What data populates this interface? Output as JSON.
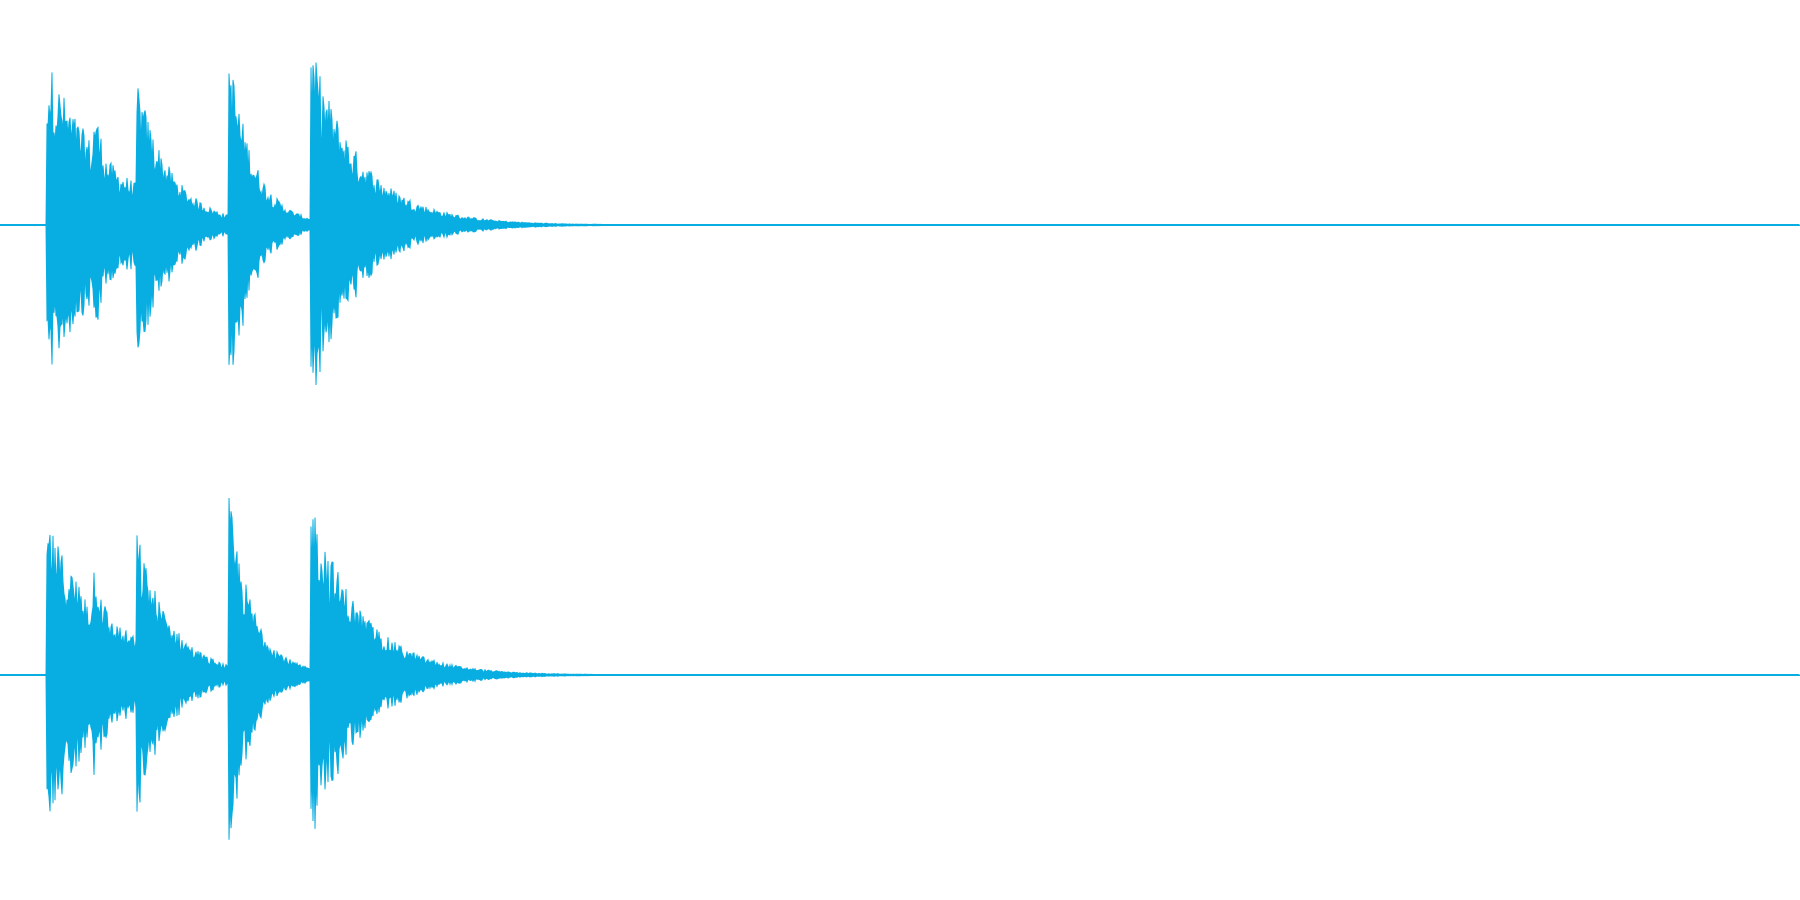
{
  "waveform": {
    "color": "#08aee1",
    "channels": [
      {
        "name": "left",
        "bursts": [
          {
            "start": 0.026,
            "peak": 0.94,
            "decay": 0.55,
            "dur": 0.078
          },
          {
            "start": 0.052,
            "peak": 0.72,
            "decay": 0.55,
            "dur": 0.024
          },
          {
            "start": 0.076,
            "peak": 0.82,
            "decay": 0.5,
            "dur": 0.046
          },
          {
            "start": 0.127,
            "peak": 1.0,
            "decay": 0.35,
            "dur": 0.048
          },
          {
            "start": 0.173,
            "peak": 1.0,
            "decay": 0.22,
            "dur": 0.155
          }
        ]
      },
      {
        "name": "right",
        "bursts": [
          {
            "start": 0.026,
            "peak": 0.86,
            "decay": 0.55,
            "dur": 0.078
          },
          {
            "start": 0.052,
            "peak": 0.7,
            "decay": 0.55,
            "dur": 0.024
          },
          {
            "start": 0.076,
            "peak": 0.8,
            "decay": 0.5,
            "dur": 0.046
          },
          {
            "start": 0.127,
            "peak": 1.0,
            "decay": 0.35,
            "dur": 0.048
          },
          {
            "start": 0.173,
            "peak": 1.0,
            "decay": 0.22,
            "dur": 0.15
          }
        ]
      }
    ]
  }
}
